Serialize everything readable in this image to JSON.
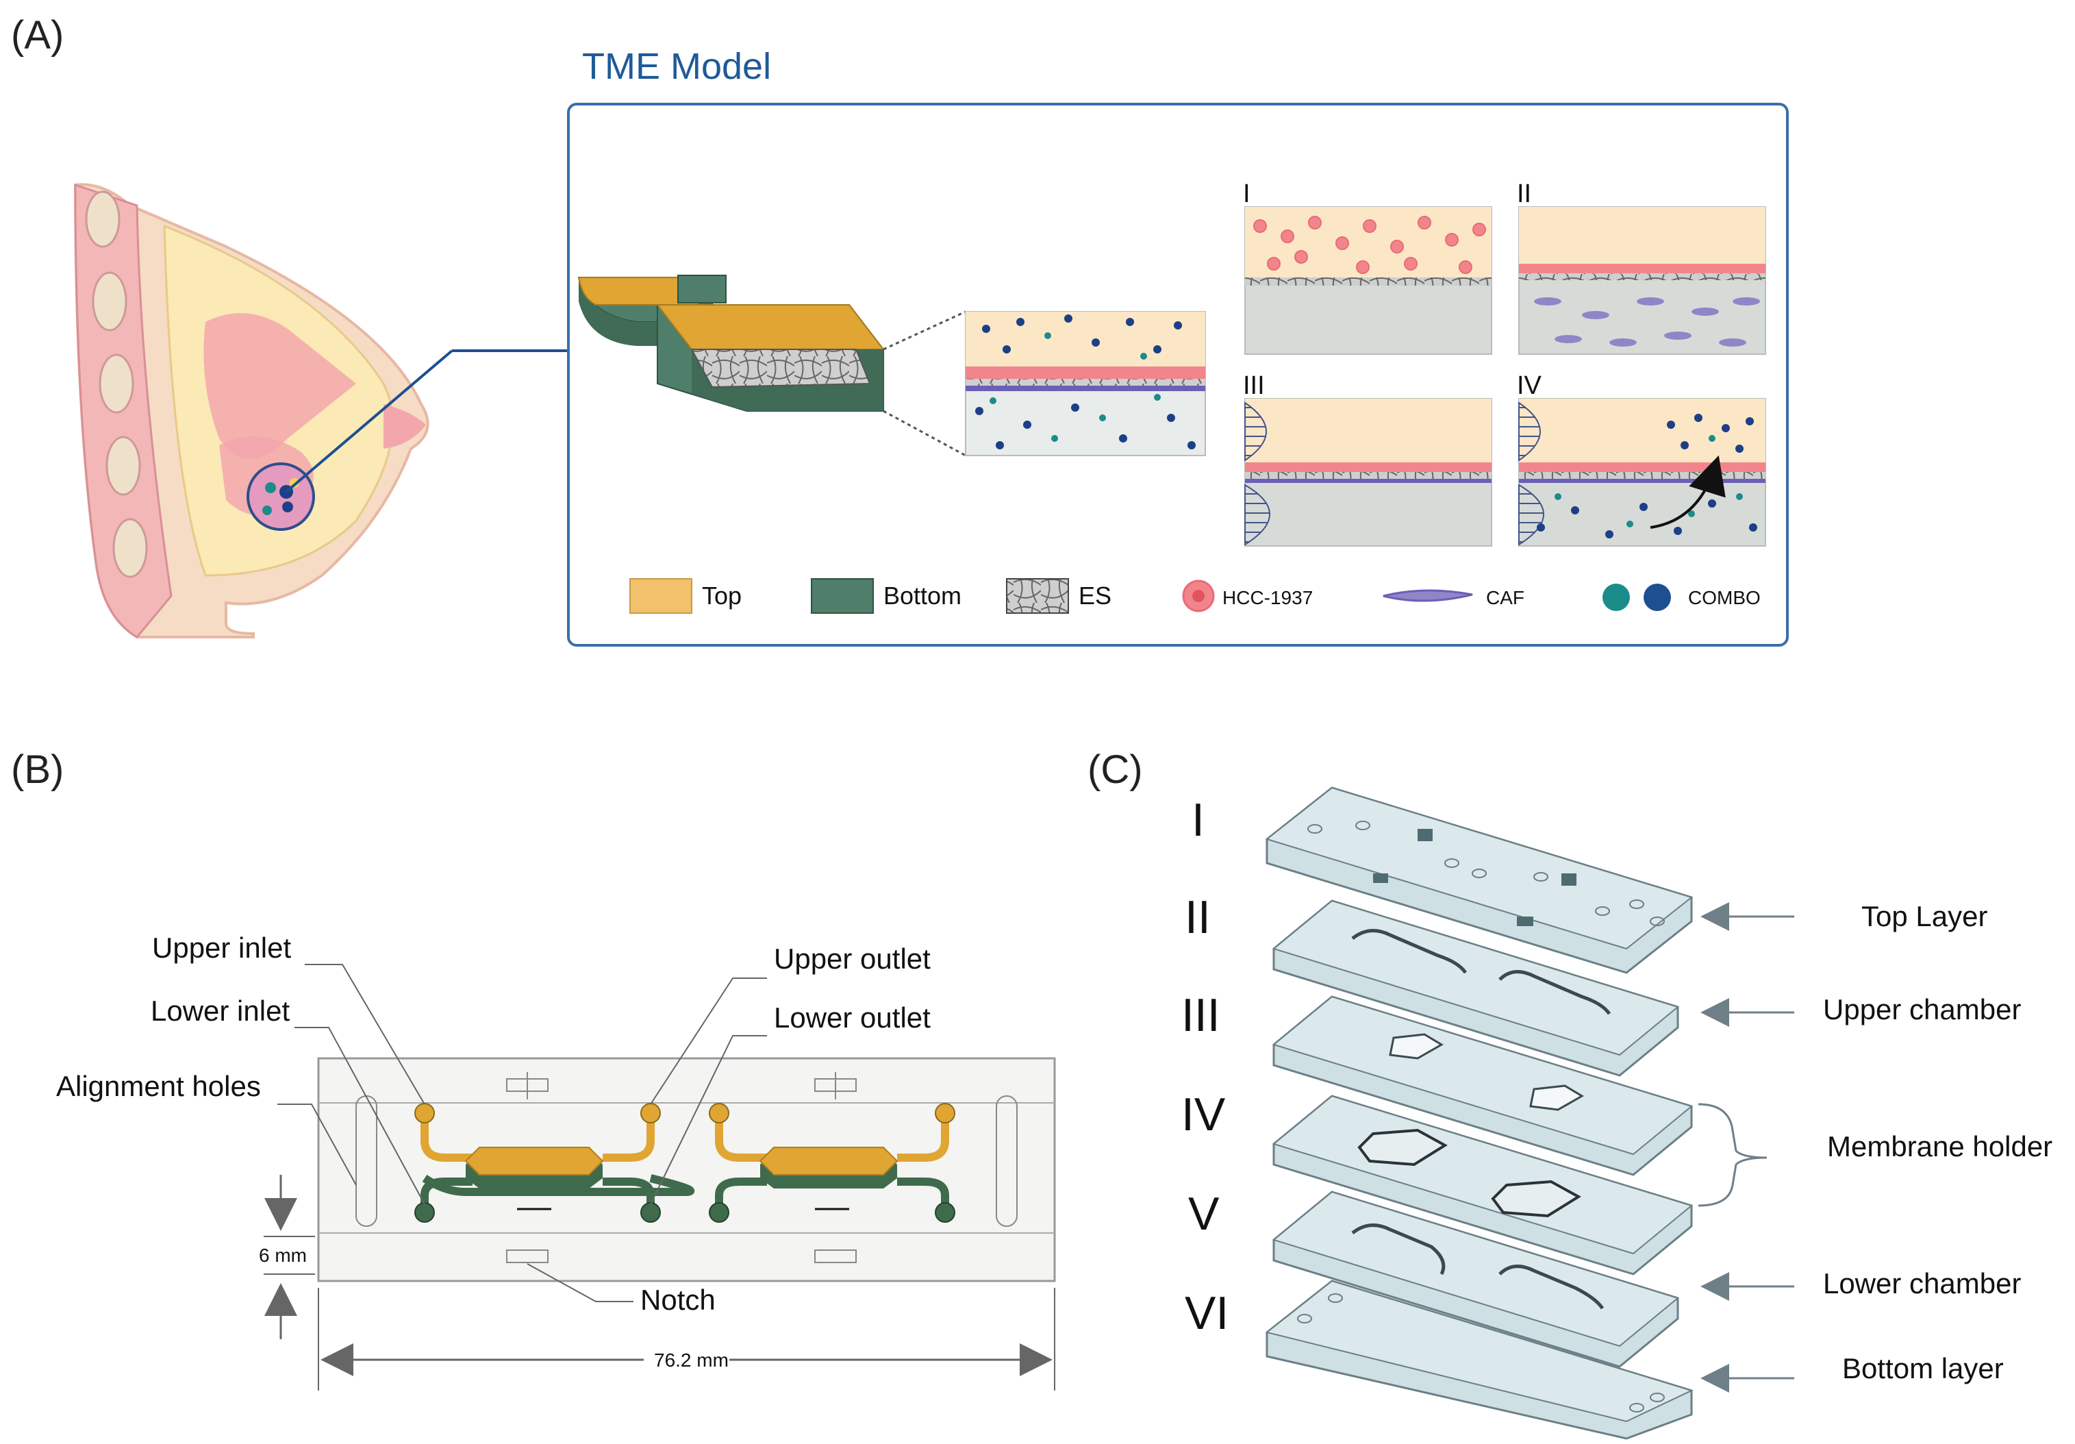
{
  "panel_a": {
    "label": "(A)",
    "title": "TME Model",
    "conditions": [
      "I",
      "II",
      "III",
      "IV"
    ],
    "legend": [
      {
        "name": "Top",
        "icon": "top-swatch-icon",
        "color": "#f2c16b"
      },
      {
        "name": "Bottom",
        "icon": "bottom-swatch-icon",
        "color": "#4f7f6a"
      },
      {
        "name": "ES",
        "icon": "electrospun-fiber-icon",
        "color": "#555555"
      },
      {
        "name": "HCC-1937",
        "icon": "tumor-cell-icon",
        "color": "#f2858c"
      },
      {
        "name": "CAF",
        "icon": "fibroblast-icon",
        "color": "#6a5fb6"
      },
      {
        "name": "COMBO",
        "icon": "drug-particle-icon",
        "color": "#1d4f91"
      }
    ],
    "colors": {
      "frame": "#3b6fa8",
      "title": "#1f5a99",
      "teal": "#1a8c8a",
      "navy": "#1d3f86"
    }
  },
  "panel_b": {
    "label": "(B)",
    "callouts": {
      "upper_inlet": "Upper inlet",
      "lower_inlet": "Lower inlet",
      "alignment_holes": "Alignment holes",
      "upper_outlet": "Upper outlet",
      "lower_outlet": "Lower outlet",
      "notch": "Notch"
    },
    "dimensions": {
      "height": "6 mm",
      "width": "76.2 mm"
    },
    "colors": {
      "upper": "#e0a532",
      "lower": "#3f6b4c"
    }
  },
  "panel_c": {
    "label": "(C)",
    "layers": [
      "I",
      "II",
      "III",
      "IV",
      "V",
      "VI"
    ],
    "callouts": [
      "Top Layer",
      "Upper chamber",
      "Membrane holder",
      "Lower chamber",
      "Bottom layer"
    ],
    "colors": {
      "plate": "#cfe0e5",
      "edge": "#6b7f86"
    }
  }
}
